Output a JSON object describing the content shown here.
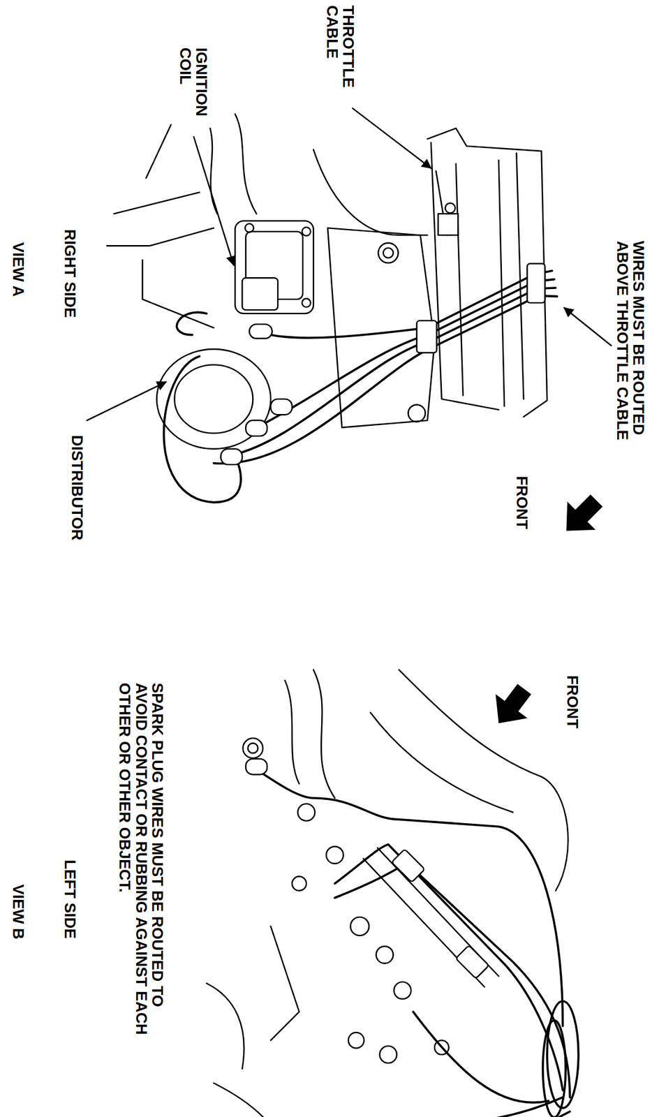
{
  "diagram": {
    "labels": [
      "THROTTLE CABLE",
      "IGNITION COIL",
      "WIRES MUST BE ROUTED ABOVE THROTTLE CABLE",
      "FRONT",
      "RIGHT SIDE",
      "VIEW A",
      "DISTRIBUTOR",
      "FRONT",
      "SPARK PLUG WIRES MUST BE ROUTED TO AVOID CONTACT OR RUBBING AGAINST EACH OTHER OR OTHER OBJECT.",
      "LEFT SIDE",
      "VIEW B"
    ]
  }
}
